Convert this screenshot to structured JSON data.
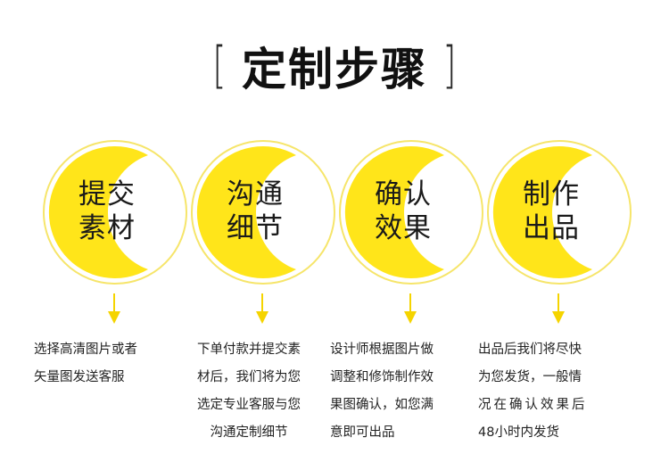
{
  "title": {
    "left_bracket": "[",
    "text": "定制步骤",
    "right_bracket": "]"
  },
  "colors": {
    "circle_fill": "#FFE51A",
    "circle_outline": "#F6E56A",
    "arrow": "#F5D400",
    "text": "#1a1a1a"
  },
  "steps": [
    {
      "label_line1": "提交",
      "label_line2": "素材",
      "desc_lines": [
        "选择高清图片或者",
        "矢量图发送客服"
      ]
    },
    {
      "label_line1": "沟通",
      "label_line2": "细节",
      "desc_lines": [
        "下单付款并提交素",
        "材后，我们将为您",
        "选定专业客服与您",
        "沟通定制细节"
      ]
    },
    {
      "label_line1": "确认",
      "label_line2": "效果",
      "desc_lines": [
        "设计师根据图片做",
        "调整和修饰制作效",
        "果图确认，如您满",
        "意即可出品"
      ]
    },
    {
      "label_line1": "制作",
      "label_line2": "出品",
      "desc_lines": [
        "出品后我们将尽快",
        "为您发货，一般情",
        "况在确认效果后",
        "48小时内发货"
      ]
    }
  ]
}
